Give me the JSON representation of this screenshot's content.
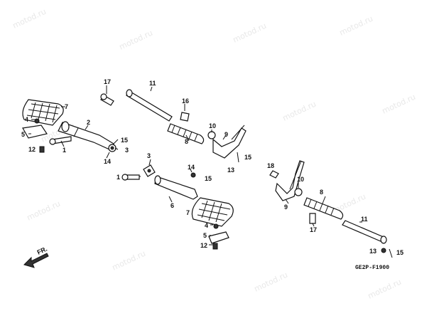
{
  "diagram": {
    "code": "GE2P-F1900",
    "direction_label": "FR.",
    "watermark": "motod.ru",
    "labels": {
      "l1": "1",
      "l2": "2",
      "l3a": "3",
      "l3b": "3",
      "l4a": "4",
      "l4b": "4",
      "l5a": "5",
      "l5b": "5",
      "l6": "6",
      "l7a": "7",
      "l7b": "7",
      "l8a": "8",
      "l8b": "8",
      "l9a": "9",
      "l9b": "9",
      "l10a": "10",
      "l10b": "10",
      "l11a": "11",
      "l11b": "11",
      "l12a": "12",
      "l12b": "12",
      "l13a": "13",
      "l13b": "13",
      "l14a": "14",
      "l14b": "14",
      "l15a": "15",
      "l15b": "15",
      "l15c": "15",
      "l15d": "15",
      "l16": "16",
      "l17a": "17",
      "l17b": "17",
      "l18": "18"
    }
  }
}
